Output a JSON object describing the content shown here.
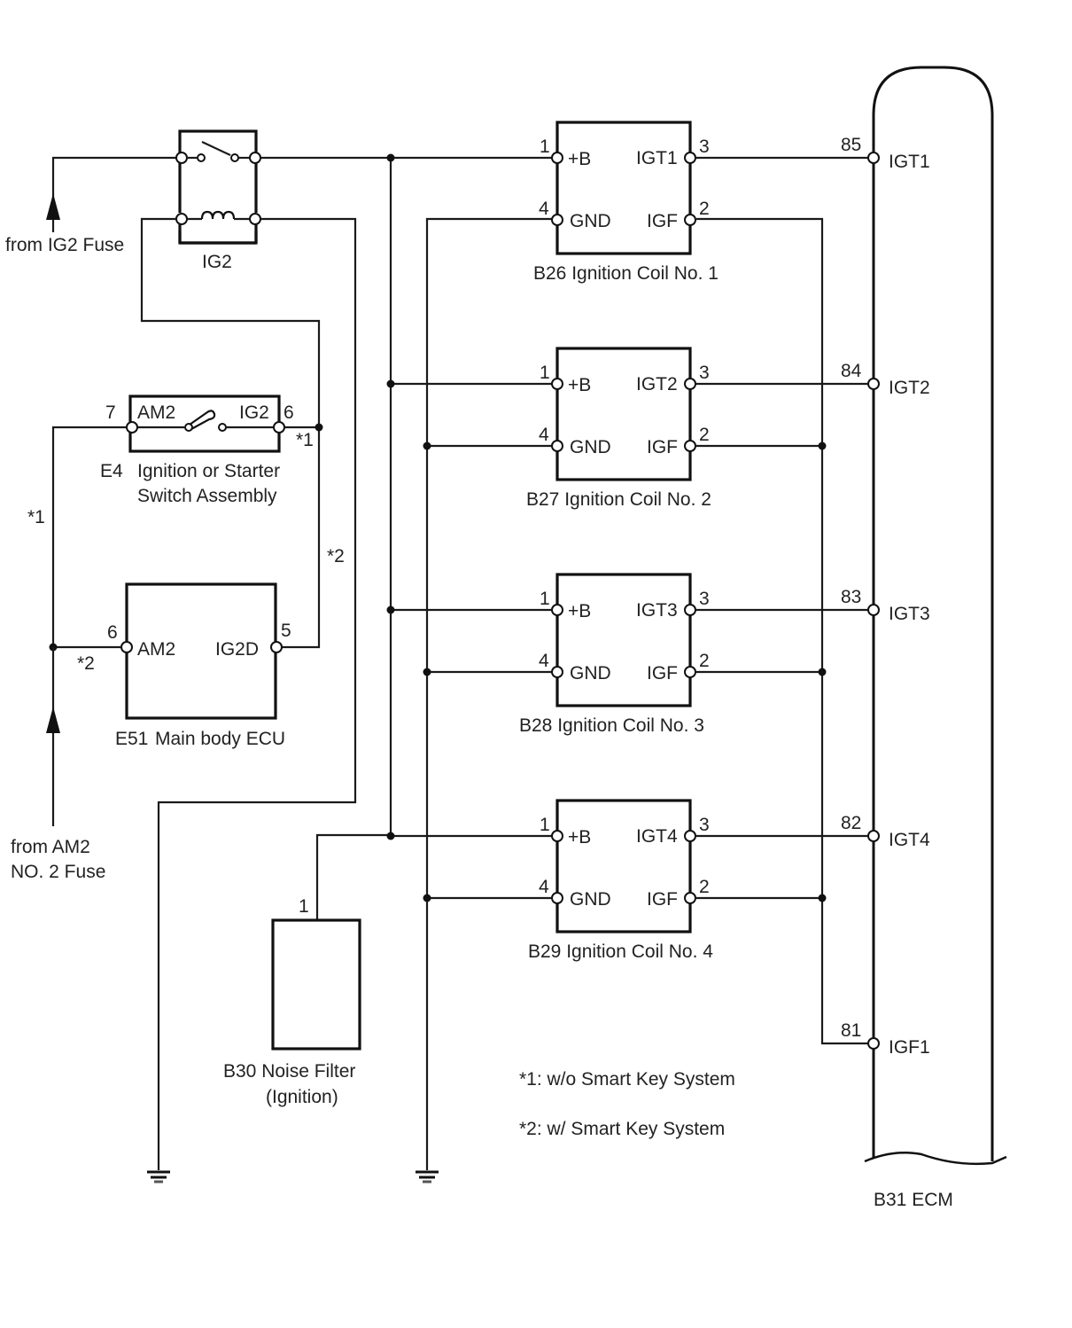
{
  "relay": {
    "label": "IG2"
  },
  "sources": {
    "ig2_fuse": "from IG2 Fuse",
    "am2_fuse_line1": "from AM2",
    "am2_fuse_line2": "NO. 2 Fuse"
  },
  "switch_e4": {
    "code": "E4",
    "name_line1": "Ignition or Starter",
    "name_line2": "Switch Assembly",
    "pin_left_num": "7",
    "pin_left_label": "AM2",
    "pin_right_num": "6",
    "pin_right_label": "IG2",
    "note_right": "*1"
  },
  "ecu_e51": {
    "code": "E51",
    "name": "Main body ECU",
    "pin_left_num": "6",
    "pin_left_label": "AM2",
    "pin_right_num": "5",
    "pin_right_label": "IG2D"
  },
  "wire_notes": {
    "left_w1": "*1",
    "left_w2": "*2",
    "right_w2": "*2"
  },
  "noise_filter": {
    "code_name": "B30 Noise Filter",
    "sub": "(Ignition)",
    "pin": "1"
  },
  "coils": [
    {
      "title": "B26 Ignition Coil No. 1",
      "b_pin": "1",
      "b_label": "+B",
      "igt_pin": "3",
      "igt_label": "IGT1",
      "gnd_pin": "4",
      "gnd_label": "GND",
      "igf_pin": "2",
      "igf_label": "IGF"
    },
    {
      "title": "B27 Ignition Coil No. 2",
      "b_pin": "1",
      "b_label": "+B",
      "igt_pin": "3",
      "igt_label": "IGT2",
      "gnd_pin": "4",
      "gnd_label": "GND",
      "igf_pin": "2",
      "igf_label": "IGF"
    },
    {
      "title": "B28 Ignition Coil No. 3",
      "b_pin": "1",
      "b_label": "+B",
      "igt_pin": "3",
      "igt_label": "IGT3",
      "gnd_pin": "4",
      "gnd_label": "GND",
      "igf_pin": "2",
      "igf_label": "IGF"
    },
    {
      "title": "B29 Ignition Coil No. 4",
      "b_pin": "1",
      "b_label": "+B",
      "igt_pin": "3",
      "igt_label": "IGT4",
      "gnd_pin": "4",
      "gnd_label": "GND",
      "igf_pin": "2",
      "igf_label": "IGF"
    }
  ],
  "ecm": {
    "label": "B31 ECM",
    "pins": [
      {
        "num": "85",
        "label": "IGT1"
      },
      {
        "num": "84",
        "label": "IGT2"
      },
      {
        "num": "83",
        "label": "IGT3"
      },
      {
        "num": "82",
        "label": "IGT4"
      },
      {
        "num": "81",
        "label": "IGF1"
      }
    ]
  },
  "legend": {
    "note1": "*1: w/o Smart Key System",
    "note2": "*2: w/ Smart Key System"
  }
}
